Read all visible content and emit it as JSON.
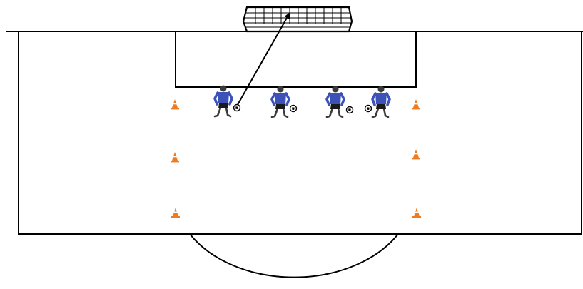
{
  "diagram": {
    "colors": {
      "lines": "#000000",
      "background": "#ffffff",
      "jersey": "#3d52b8",
      "shorts": "#1a1a1a",
      "skin": "#3a3a3a",
      "cone": "#f07a1e",
      "cone_stripe": "#ffffff",
      "ball": "#ffffff"
    },
    "players": [
      {
        "id": "player-1",
        "facing": "right",
        "has_ball": true
      },
      {
        "id": "player-2",
        "facing": "right",
        "has_ball": true
      },
      {
        "id": "player-3",
        "facing": "right",
        "has_ball": true
      },
      {
        "id": "player-4",
        "facing": "left",
        "has_ball": true
      }
    ],
    "cones": [
      {
        "id": "cone-left-1"
      },
      {
        "id": "cone-left-2"
      },
      {
        "id": "cone-left-3"
      },
      {
        "id": "cone-right-1"
      },
      {
        "id": "cone-right-2"
      },
      {
        "id": "cone-right-3"
      }
    ],
    "shot_arrow": {
      "from": "player-1",
      "to": "goal"
    }
  }
}
